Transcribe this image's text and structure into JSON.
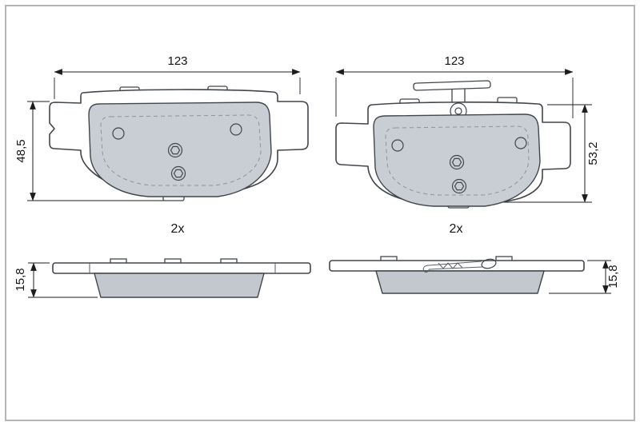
{
  "colors": {
    "outline": "#41464c",
    "plate_fill": "#ffffff",
    "friction_fill": "#c9ced4",
    "side_friction_fill": "#c3c8ce",
    "dimension_color": "#1c1c1c",
    "frame_border": "#b5b5b5",
    "background": "#ffffff"
  },
  "views": {
    "front_left": {
      "width": "123",
      "height": "48,5",
      "quantity": "2x"
    },
    "front_right": {
      "width": "123",
      "height": "53,2",
      "quantity": "2x"
    },
    "side_left": {
      "thickness": "15,8"
    },
    "side_right": {
      "thickness": "15,8"
    }
  }
}
